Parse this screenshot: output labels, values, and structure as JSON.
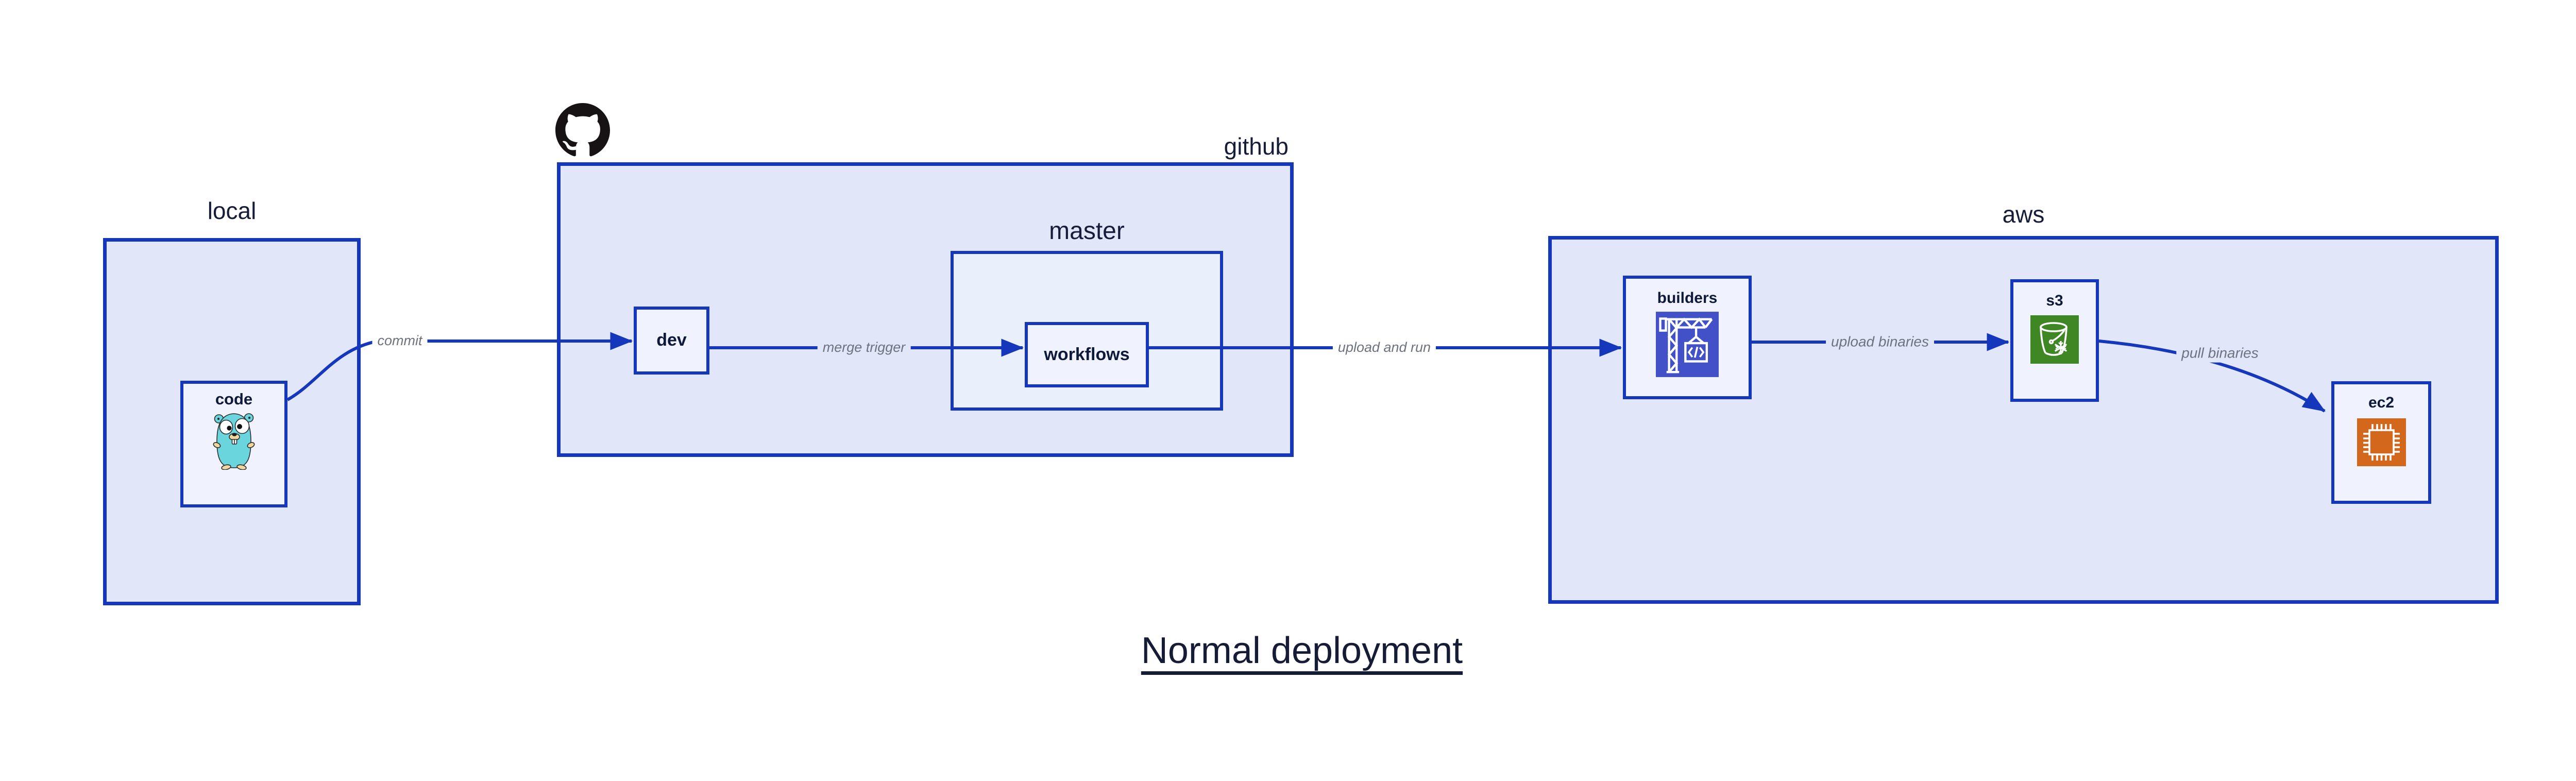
{
  "title": {
    "text": "Normal deployment"
  },
  "groups": {
    "local": {
      "label": "local"
    },
    "github": {
      "label": "github"
    },
    "master": {
      "label": "master"
    },
    "aws": {
      "label": "aws"
    }
  },
  "nodes": {
    "code": {
      "label": "code",
      "icon": "go-gopher-icon"
    },
    "dev": {
      "label": "dev"
    },
    "workflows": {
      "label": "workflows"
    },
    "builders": {
      "label": "builders",
      "icon": "codebuild-crane-icon"
    },
    "s3": {
      "label": "s3",
      "icon": "s3-bucket-icon"
    },
    "ec2": {
      "label": "ec2",
      "icon": "ec2-chip-icon"
    }
  },
  "edges": {
    "commit": {
      "label": "commit",
      "from": "code",
      "to": "dev"
    },
    "merge_trigger": {
      "label": "merge trigger",
      "from": "dev",
      "to": "workflows"
    },
    "upload_and_run": {
      "label": "upload and run",
      "from": "workflows",
      "to": "builders"
    },
    "upload_binaries": {
      "label": "upload binaries",
      "from": "builders",
      "to": "s3"
    },
    "pull_binaries": {
      "label": "pull binaries",
      "from": "s3",
      "to": "ec2"
    }
  },
  "colors": {
    "box_border": "#1437bc",
    "arrow": "#1437bc",
    "group_fill": "#e1e7f8",
    "subgroup_fill": "#eaeffc",
    "node_fill": "#f0f3fd",
    "heading_text": "#171c38",
    "edge_label_text": "#6e7280",
    "codebuild_purple": "#4351c8",
    "s3_green": "#3f8624",
    "ec2_orange": "#d3671c",
    "gopher_teal": "#6bd5de",
    "octocat_black": "#171314"
  }
}
